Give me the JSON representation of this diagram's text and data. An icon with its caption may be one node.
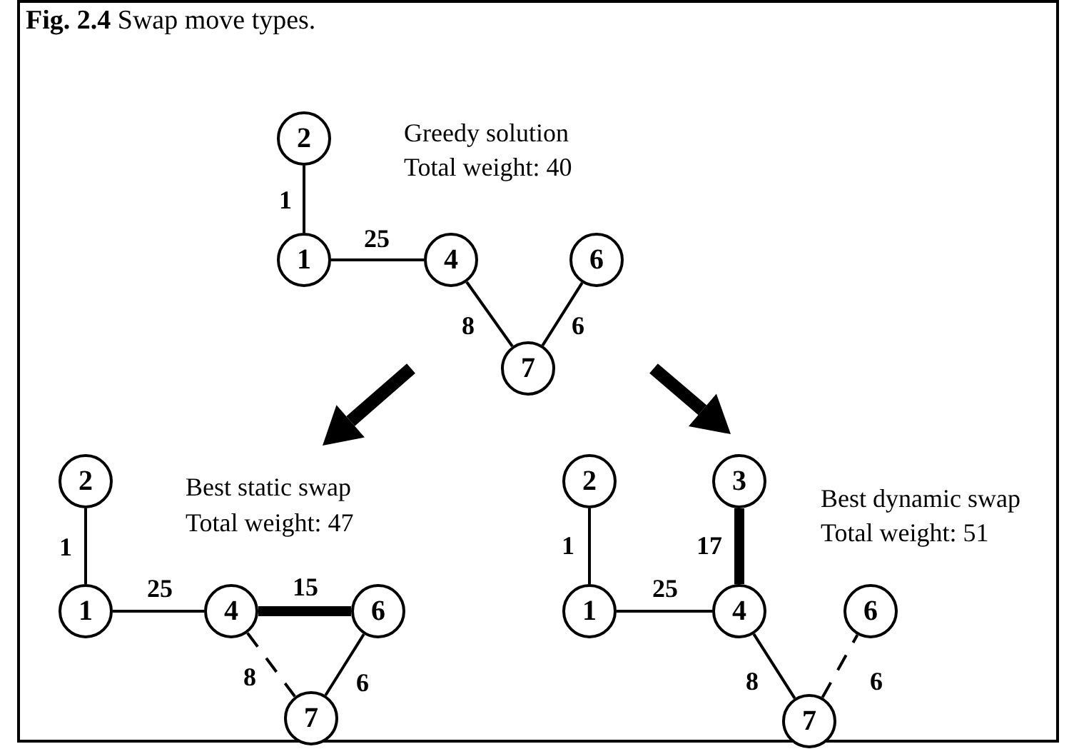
{
  "diagram": {
    "title": "**Fig. 2.4** Swap move types.",
    "nodes": [
      {
        "text": [
          "2"
        ]
      },
      {
        "text": [
          "1"
        ]
      },
      {
        "text": [
          "4"
        ]
      },
      {
        "text": [
          "6"
        ]
      },
      {
        "text": [
          "7"
        ]
      },
      {
        "text": [
          "2"
        ]
      },
      {
        "text": [
          "1"
        ]
      },
      {
        "text": [
          "4"
        ]
      },
      {
        "text": [
          "6"
        ]
      },
      {
        "text": [
          "7"
        ]
      },
      {
        "text": [
          "2"
        ]
      },
      {
        "text": [
          "3"
        ]
      },
      {
        "text": [
          "1"
        ]
      },
      {
        "text": [
          "4"
        ]
      },
      {
        "text": [
          "6"
        ]
      },
      {
        "text": [
          "7"
        ]
      }
    ],
    "edges": [
      {
        "from": 1,
        "to": 0,
        "arrow": "none",
        "label": "1"
      },
      {
        "from": 1,
        "to": 2,
        "arrow": "none",
        "label": "25"
      },
      {
        "from": 2,
        "to": 4,
        "arrow": "none",
        "label": "8"
      },
      {
        "from": 4,
        "to": 3,
        "arrow": "none",
        "label": "6"
      },
      {
        "from": 6,
        "to": 5,
        "arrow": "none",
        "label": "1"
      },
      {
        "from": 6,
        "to": 7,
        "arrow": "none",
        "label": "25"
      },
      {
        "from": 7,
        "to": 8,
        "arrow": "none",
        "label": "15",
        "style": "thick"
      },
      {
        "from": 7,
        "to": 9,
        "arrow": "none",
        "label": "8",
        "style": "dashed"
      },
      {
        "from": 9,
        "to": 8,
        "arrow": "none",
        "label": "6"
      },
      {
        "from": 12,
        "to": 10,
        "arrow": "none",
        "label": "1"
      },
      {
        "from": 12,
        "to": 13,
        "arrow": "none",
        "label": "25"
      },
      {
        "from": 13,
        "to": 11,
        "arrow": "none",
        "label": "17",
        "style": "thick"
      },
      {
        "from": 13,
        "to": 15,
        "arrow": "none",
        "label": "8"
      },
      {
        "from": 15,
        "to": 14,
        "arrow": "none",
        "label": "6",
        "style": "dashed"
      }
    ],
    "labels": [
      "Greedy solution",
      "Total weight: 40",
      "Best static swap",
      "Total weight: 47",
      "Best dynamic swap",
      "Total weight: 51"
    ]
  }
}
